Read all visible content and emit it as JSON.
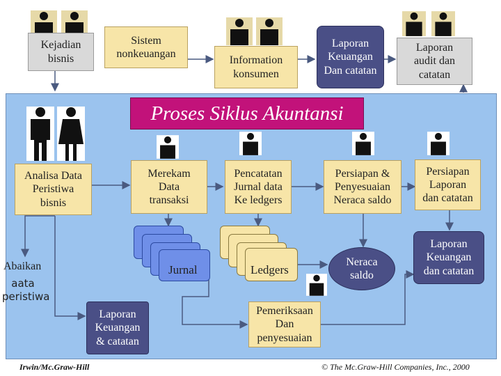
{
  "boxes": {
    "kejadian_bisnis": "Kejadian\nbisnis",
    "sistem_nonkeuangan": "Sistem\nnonkeuangan",
    "information_konsumen": "Information\nkonsumen",
    "laporan_keuangan_top": "Laporan\nKeuangan\nDan catatan",
    "laporan_audit": "Laporan\naudit dan\ncatatan",
    "analisa": "Analisa Data\nPeristiwa\nbisnis",
    "merekam": "Merekam\nData\ntransaksi",
    "pencatatan": "Pencatatan\nJurnal data\nKe ledgers",
    "persiapan_penyesuaian": "Persiapan &\nPenyesuaian\nNeraca saldo",
    "persiapan_laporan": "Persiapan\nLaporan\ndan catatan",
    "neraca_saldo": "Neraca\nsaldo",
    "laporan_keuangan_right": "Laporan\nKeuangan\ndan catatan",
    "laporan_keuangan_bottom": "Laporan\nKeuangan\n& catatan",
    "pemeriksaan": "Pemeriksaan\nDan\npenyesuaian"
  },
  "title": "Proses Siklus Akuntansi",
  "labels": {
    "jurnal": "Jurnal",
    "ledgers": "Ledgers",
    "abaikan": "Abaikan",
    "aata_peristiwa": "aata\nperistiwa"
  },
  "footer": {
    "left": "Irwin/Mc.Graw-Hill",
    "right": "© The Mc.Graw-Hill Companies, Inc., 2000"
  },
  "colors": {
    "panel": "#9bc3ee",
    "title_bg": "#c2127a",
    "tan_box": "#f7e5a8",
    "navy_box": "#4a4f86",
    "stack_blue": "#6f8fe8"
  }
}
